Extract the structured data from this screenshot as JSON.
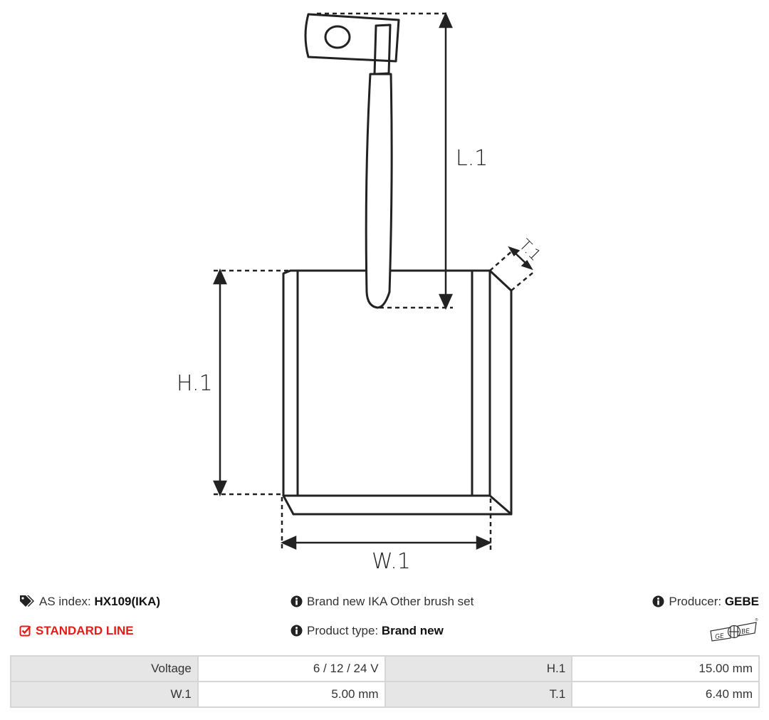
{
  "diagram": {
    "labels": {
      "l1": "L.1",
      "h1": "H.1",
      "w1": "W.1",
      "t1": "T.1"
    }
  },
  "product": {
    "as_index_label": "AS index:",
    "as_index_value": "HX109(IKA)",
    "description": "Brand new IKA Other brush set",
    "producer_label": "Producer:",
    "producer_value": "GEBE",
    "line": "STANDARD LINE",
    "type_label": "Product type:",
    "type_value": "Brand new",
    "logo_text": "GEBE",
    "accent_color": "#e41b17"
  },
  "specs": {
    "rows": [
      {
        "k1": "Voltage",
        "v1": "6 / 12 / 24 V",
        "k2": "H.1",
        "v2": "15.00 mm"
      },
      {
        "k1": "W.1",
        "v1": "5.00 mm",
        "k2": "T.1",
        "v2": "6.40 mm"
      }
    ]
  },
  "icons": [
    "tags-icon",
    "info-circle-icon",
    "check-square-icon"
  ]
}
